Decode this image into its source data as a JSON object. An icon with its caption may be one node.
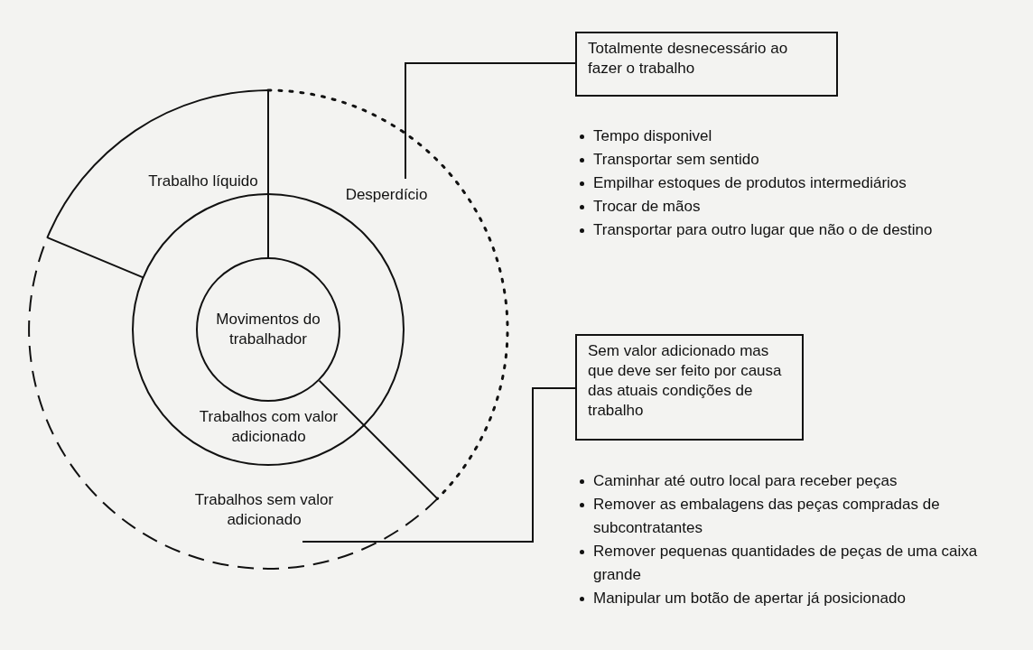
{
  "diagram": {
    "nodes": [
      {
        "text": [
          "Trabalho líquido"
        ]
      },
      {
        "text": [
          "Desperdício"
        ]
      },
      {
        "text": [
          "Movimentos do trabalhador"
        ]
      },
      {
        "text": [
          "Trabalhos com valor adicionado"
        ]
      },
      {
        "text": [
          "Trabalhos sem valor adicionado"
        ]
      },
      {
        "text": [
          "Totalmente desnecessário ao fazer o trabalho"
        ]
      },
      {
        "text": [
          "Sem valor adicionado mas que deve ser feito por causa das atuais condições de trabalho"
        ]
      }
    ],
    "edges": [
      {
        "from": 5,
        "to": 1,
        "arrow": "none"
      },
      {
        "from": 6,
        "to": 4,
        "arrow": "none"
      }
    ],
    "labels": [
      "Tempo disponivel",
      "Transportar sem sentido",
      "Empilhar estoques de produtos intermediários",
      "Trocar de mãos",
      "Transportar para outro lugar que não o de destino",
      "Caminhar até outro local para receber peças",
      "Remover as embalagens das peças compradas de subcontratantes",
      "Remover pequenas quantidades de peças de uma caixa grande",
      "Manipular um botão de apertar já posicionado"
    ]
  }
}
